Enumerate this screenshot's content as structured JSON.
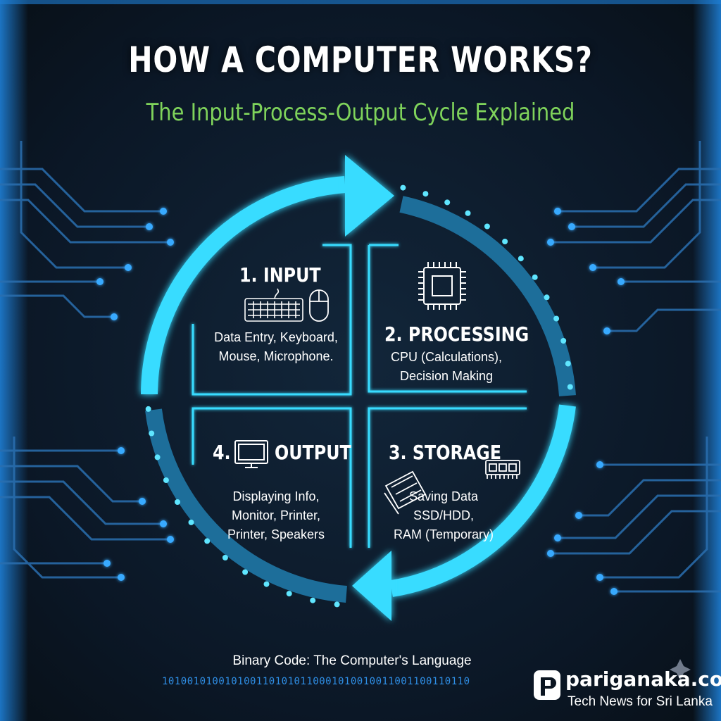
{
  "header": {
    "title": "HOW A COMPUTER WORKS?",
    "subtitle": "The Input-Process-Output Cycle Explained"
  },
  "quadrants": {
    "input": {
      "title": "1. INPUT",
      "lines": [
        "Data Entry, Keyboard,",
        "Mouse, Microphone."
      ],
      "icons": [
        "keyboard-icon",
        "mouse-icon"
      ]
    },
    "processing": {
      "title": "2. PROCESSING",
      "lines": [
        "CPU (Calculations),",
        "Decision Making"
      ],
      "icons": [
        "cpu-chip-icon"
      ]
    },
    "storage": {
      "title": "3. STORAGE",
      "lines": [
        "Saving Data",
        "SSD/HDD,",
        "RAM (Temporary)"
      ],
      "icons": [
        "ram-module-icon",
        "ssd-drive-icon"
      ]
    },
    "output": {
      "title": "OUTPUT",
      "number": "4.",
      "lines": [
        "Displaying Info,",
        "Monitor, Printer,",
        "Printer, Speakers"
      ],
      "icons": [
        "monitor-icon"
      ]
    }
  },
  "footer": {
    "caption": "Binary Code: The Computer's Language",
    "binary": "1010010100101001101010110001010010011001100110110"
  },
  "brand": {
    "name": "pariganaka.com",
    "tagline": "Tech News for Sri Lanka"
  },
  "colors": {
    "accent_cyan": "#39dcff",
    "arc_dark": "#1d6e9a",
    "subtitle_green": "#7fd35b",
    "binary_blue": "#2f8fe6",
    "background": "#0a1420"
  }
}
